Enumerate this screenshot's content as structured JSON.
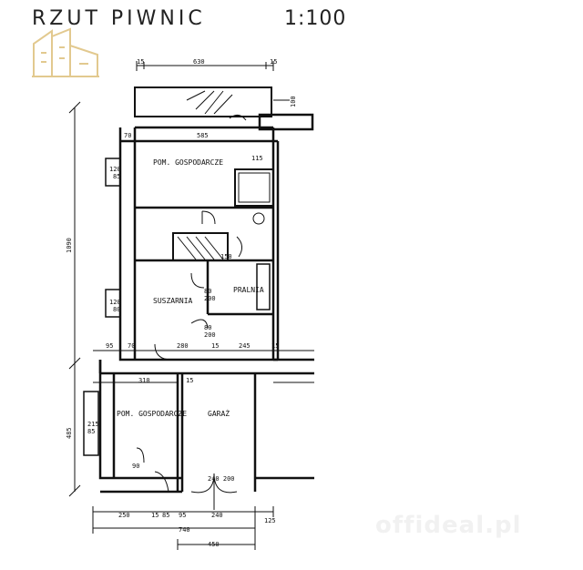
{
  "title": "RZUT  PIWNIC",
  "scale": "1:100",
  "rooms": {
    "pom_gospodarcze_top": "POM. GOSPODARCZE",
    "suszarnia": "SUSZARNIA",
    "pralnia": "PRALNIA",
    "pom_gospodarcze_bottom": "POM. GOSPODARCZE",
    "garaz": "GARAŻ"
  },
  "dimensions": {
    "top_total": "630",
    "top_left": "15",
    "top_right": "15",
    "d_585": "585",
    "d_70a": "70",
    "d_100": "100",
    "d_1090": "1090",
    "win1": "120",
    "win1b": "85",
    "win2": "120",
    "win2b": "80",
    "d_95": "95",
    "d_70b": "70",
    "d_280": "280",
    "d_15a": "15",
    "d_245": "245",
    "d_15b": "15",
    "d_310": "310",
    "d_15c": "15",
    "d_485": "485",
    "d_215": "215",
    "d_85": "85",
    "door_80_200a": "80",
    "door_80_200b": "200",
    "door_90": "90",
    "door_80c": "80",
    "door_200c": "200",
    "bot_250": "250",
    "bot_15": "15",
    "bot_85": "85",
    "bot_95": "95",
    "bot_240": "240",
    "bot_125": "125",
    "bot_740": "740",
    "bot_450": "450",
    "d_240_200": "240\n200",
    "d_115": "115",
    "d_150": "150"
  },
  "watermark": "offideal.pl",
  "colors": {
    "line": "#111111",
    "logo": "#e2c98f"
  },
  "icons": [
    "logo-icon"
  ]
}
